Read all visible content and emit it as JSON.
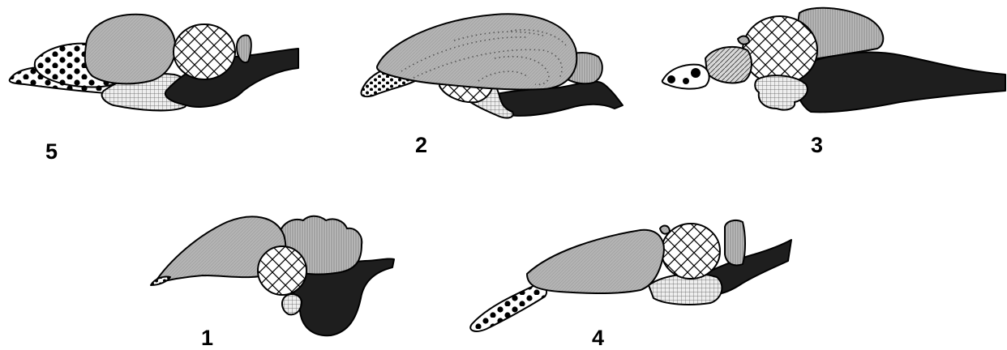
{
  "colors": {
    "cerebrum": "#b4b4b4",
    "brainstem": "#1e1e1e",
    "outline": "#000000",
    "background": "#ffffff"
  },
  "brains": [
    {
      "label": "5"
    },
    {
      "label": "2"
    },
    {
      "label": "3"
    },
    {
      "label": "1"
    },
    {
      "label": "4"
    }
  ]
}
